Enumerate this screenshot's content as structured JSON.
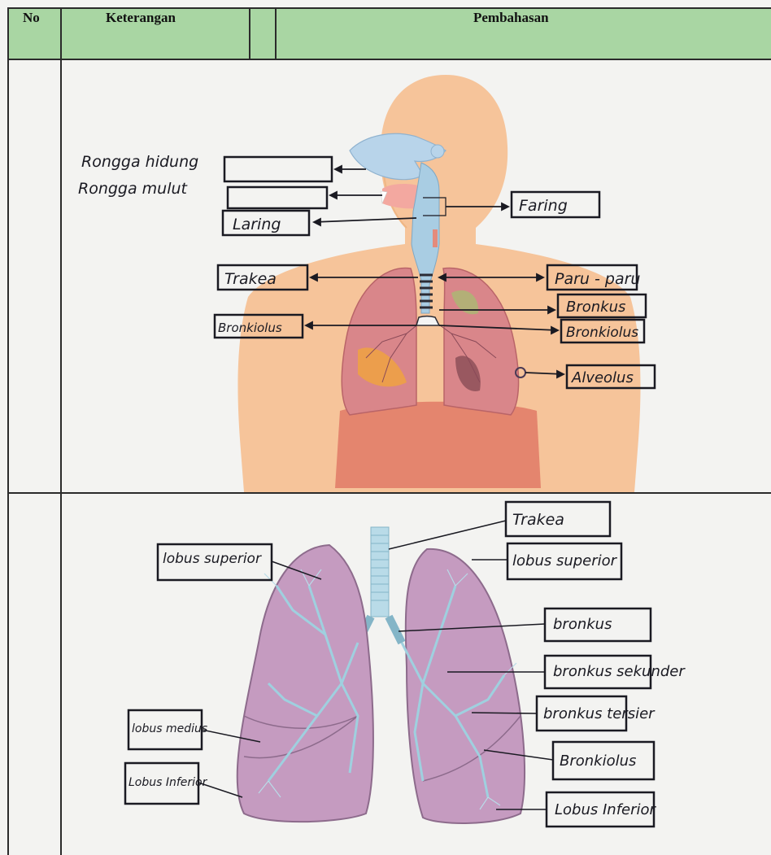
{
  "table": {
    "headers": {
      "no": "No",
      "keterangan": "Keterangan",
      "pembahasan": "Pembahasan"
    }
  },
  "diagram1": {
    "labels_left": [
      "Rongga hidung",
      "Rongga mulut"
    ],
    "boxes_left": [
      "",
      "",
      "Laring",
      "Trakea",
      "Bronkiolus"
    ],
    "boxes_right": [
      "Faring",
      "Paru - paru",
      "Bronkus",
      "Bronkiolus",
      "Alveolus"
    ]
  },
  "diagram2": {
    "left": [
      "lobus superior",
      "lobus medius",
      "Lobus Inferior"
    ],
    "right": [
      "Trakea",
      "lobus superior",
      "bronkus",
      "bronkus sekunder",
      "bronkus tersier",
      "Bronkiolus",
      "Lobus Inferior"
    ]
  }
}
